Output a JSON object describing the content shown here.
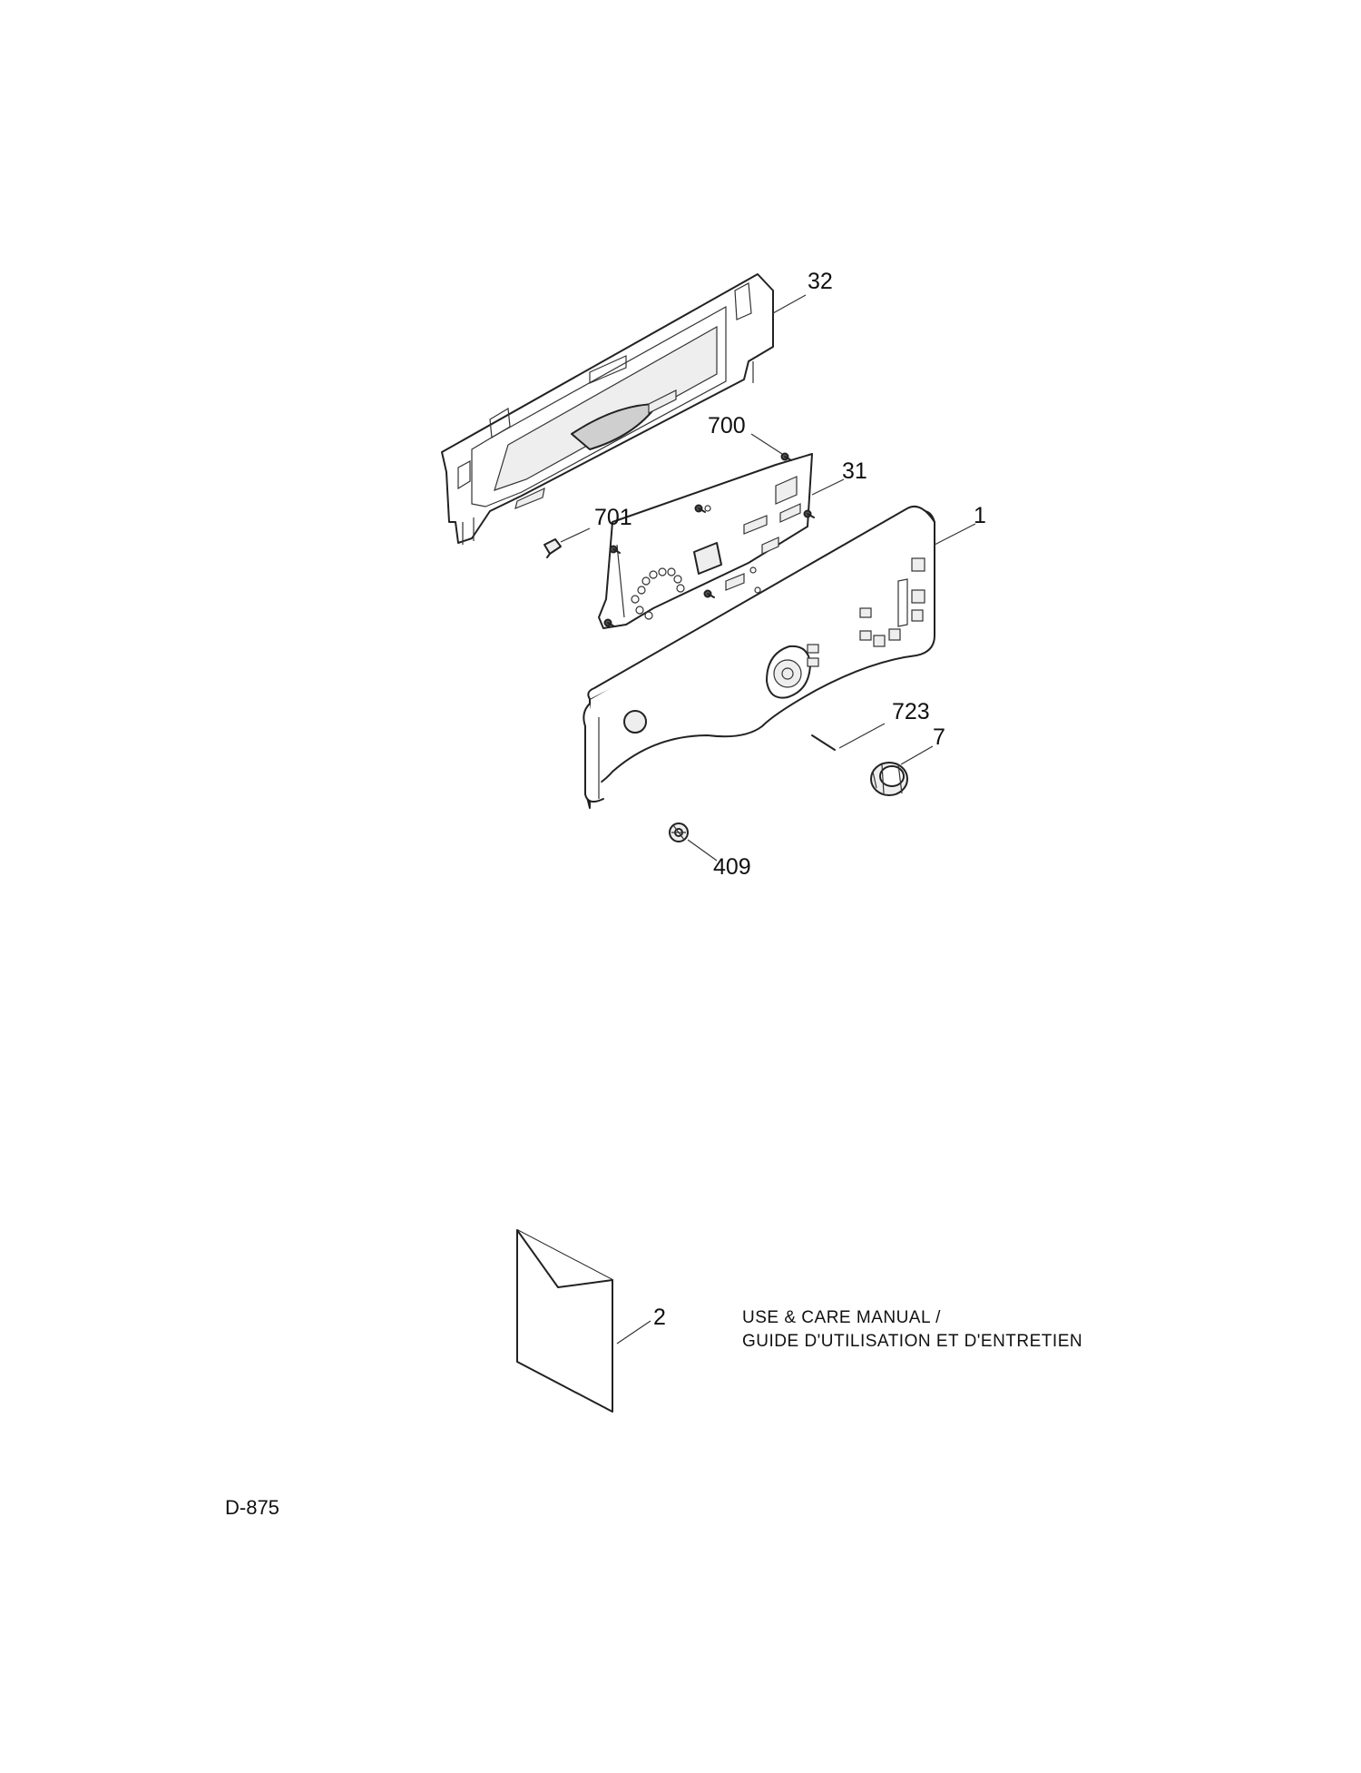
{
  "callouts": {
    "c32": "32",
    "c700": "700",
    "c31": "31",
    "c701": "701",
    "c1": "1",
    "c723": "723",
    "c7": "7",
    "c409": "409",
    "c2": "2"
  },
  "manual": {
    "line1": "USE & CARE MANUAL /",
    "line2": "GUIDE D'UTILISATION ET D'ENTRETIEN"
  },
  "document_code": "D-875"
}
